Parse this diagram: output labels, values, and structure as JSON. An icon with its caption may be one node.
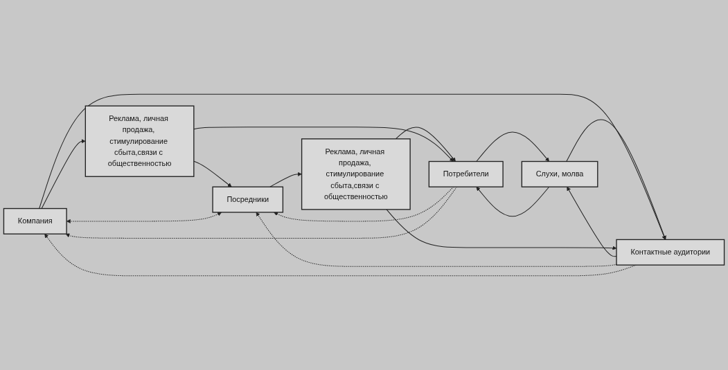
{
  "diagram": {
    "nodes": [
      {
        "text": [
          "Компания"
        ]
      },
      {
        "text": [
          "Реклама, личная продажа, стимулирование сбыта,связи с общественностью"
        ]
      },
      {
        "text": [
          "Посредники"
        ]
      },
      {
        "text": [
          "Реклама, личная продажа, стимулирование сбыта,связи с общественностью"
        ]
      },
      {
        "text": [
          "Потребители"
        ]
      },
      {
        "text": [
          "Слухи, молва"
        ]
      },
      {
        "text": [
          "Контактные аудитории"
        ]
      }
    ],
    "edges": [
      {
        "from": 0,
        "to": 1,
        "arrow": "to"
      },
      {
        "from": 1,
        "to": 2,
        "arrow": "to"
      },
      {
        "from": 2,
        "to": 3,
        "arrow": "to"
      },
      {
        "from": 3,
        "to": 4,
        "arrow": "to"
      },
      {
        "from": 4,
        "to": 5,
        "arrow": "to"
      },
      {
        "from": 5,
        "to": 4,
        "arrow": "to"
      },
      {
        "from": 5,
        "to": 6,
        "arrow": "to"
      },
      {
        "from": 6,
        "to": 5,
        "arrow": "to"
      },
      {
        "from": 0,
        "to": 6,
        "arrow": "to"
      },
      {
        "from": 1,
        "to": 4,
        "arrow": "to"
      },
      {
        "from": 3,
        "to": 6,
        "arrow": "to"
      },
      {
        "from": 2,
        "to": 0,
        "arrow": "both",
        "style": "dashed"
      },
      {
        "from": 4,
        "to": 2,
        "arrow": "to",
        "style": "dashed"
      },
      {
        "from": 4,
        "to": 0,
        "arrow": "to",
        "style": "dashed"
      },
      {
        "from": 6,
        "to": 2,
        "arrow": "to",
        "style": "dashed"
      },
      {
        "from": 6,
        "to": 0,
        "arrow": "to",
        "style": "dashed"
      }
    ]
  }
}
